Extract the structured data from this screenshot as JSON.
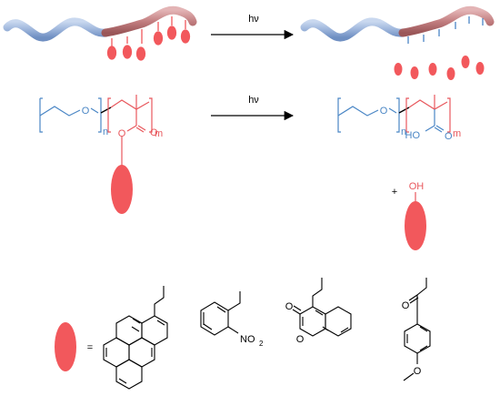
{
  "reaction": {
    "top_arrow_label": "hν",
    "mid_arrow_label": "hν"
  },
  "polymer": {
    "n_subscript": "n",
    "m_subscript": "m",
    "o_linker": "O",
    "ester_o_carbonyl": "O",
    "ester_o_single": "O",
    "acid_ho": "HO",
    "acid_o": "O"
  },
  "byproduct": {
    "plus": "+",
    "oh": "OH"
  },
  "legend": {
    "equals": "=",
    "coumarin_o_exo": "O",
    "coumarin_o_ring": "O",
    "nitro_label": "NO",
    "nitro_subscript": "2",
    "ketone_o": "O",
    "methoxy_o": "O"
  },
  "colors": {
    "peo_blue": "#4a86c5",
    "pma_red": "#e8585d",
    "ellipse_fill": "#f2585c",
    "rod_blue": "#9db5db",
    "rod_red": "#c27e80",
    "black": "#000000"
  }
}
